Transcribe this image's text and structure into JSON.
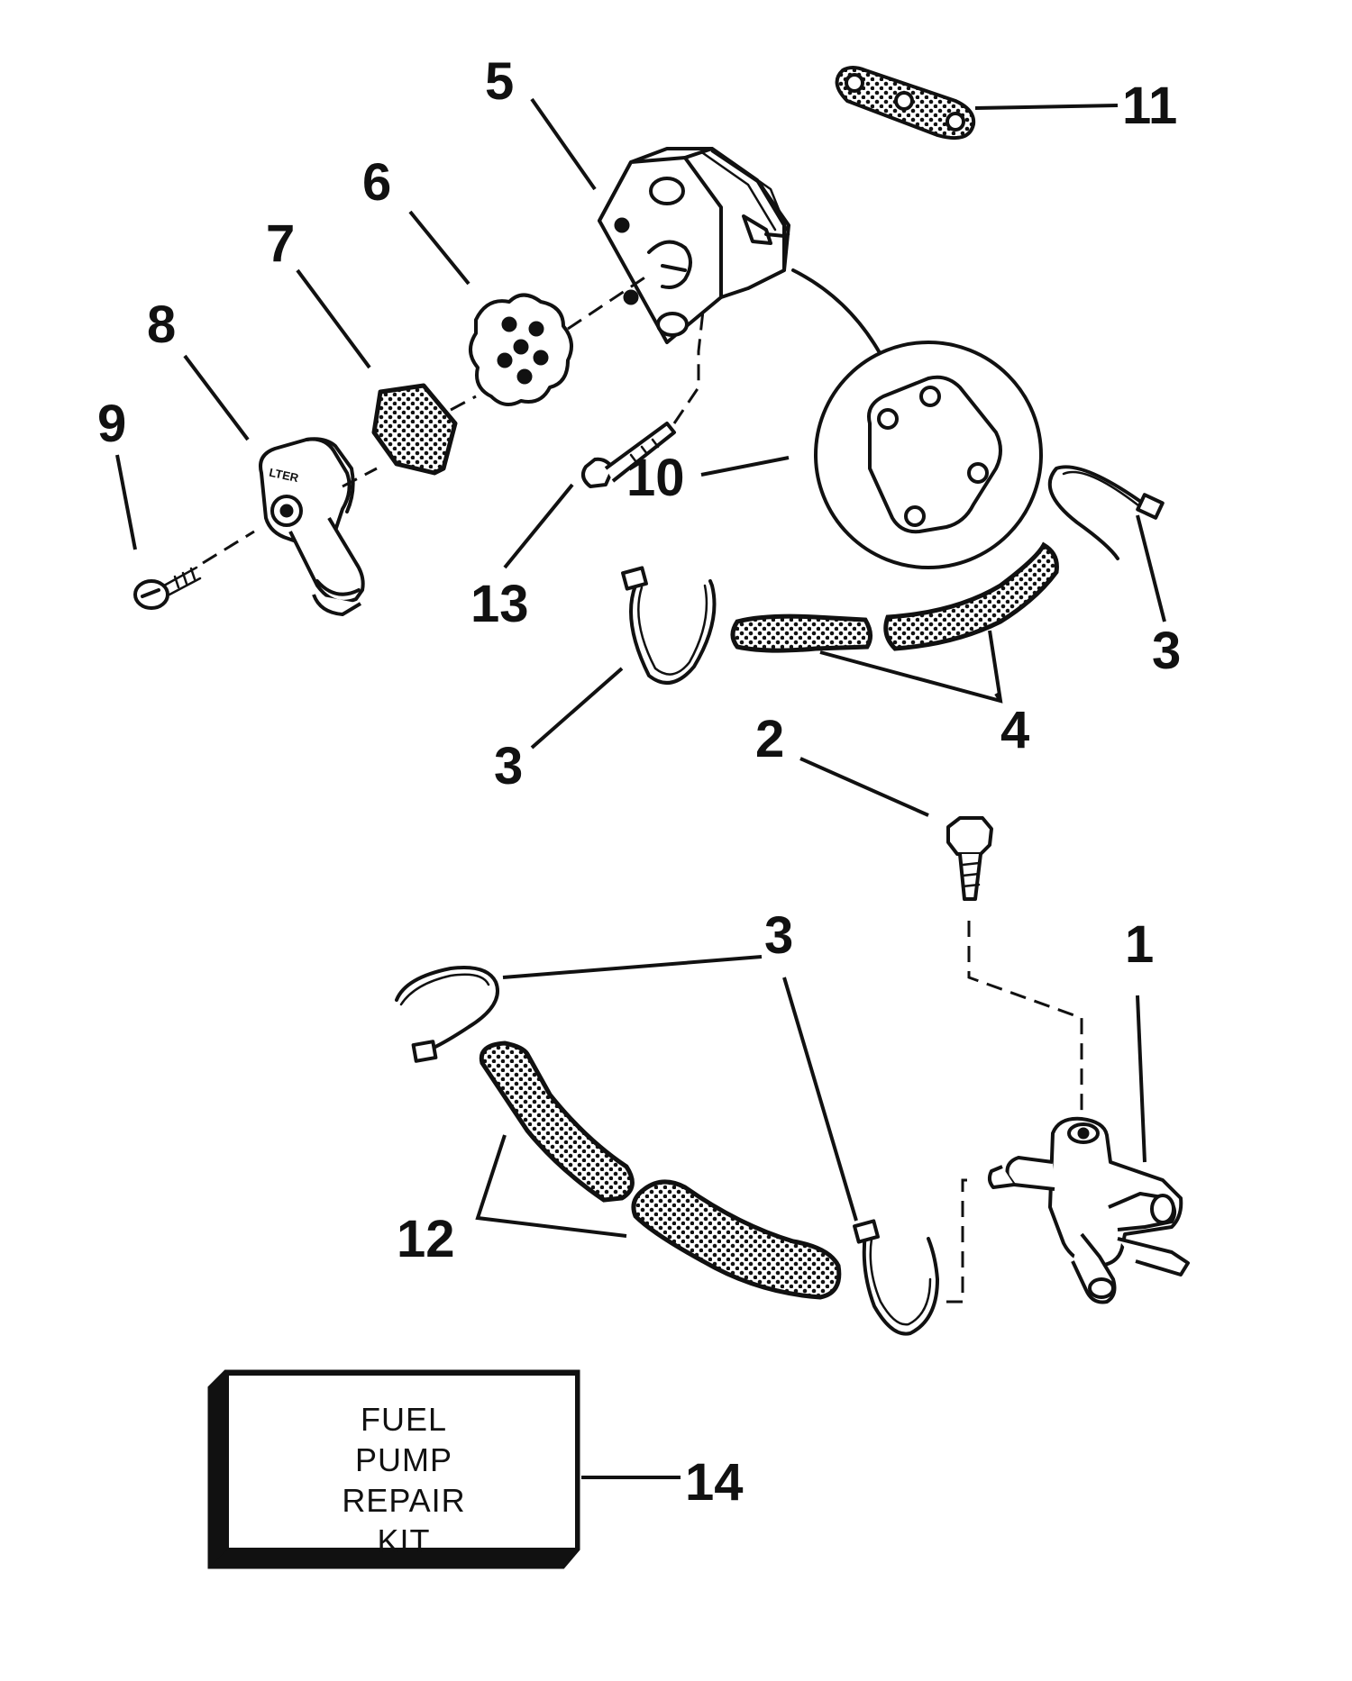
{
  "diagram": {
    "callouts": [
      {
        "id": "1",
        "text": "1"
      },
      {
        "id": "2",
        "text": "2"
      },
      {
        "id": "3a",
        "text": "3"
      },
      {
        "id": "3b",
        "text": "3"
      },
      {
        "id": "3c",
        "text": "3"
      },
      {
        "id": "4",
        "text": "4"
      },
      {
        "id": "5",
        "text": "5"
      },
      {
        "id": "6",
        "text": "6"
      },
      {
        "id": "7",
        "text": "7"
      },
      {
        "id": "8",
        "text": "8"
      },
      {
        "id": "9",
        "text": "9"
      },
      {
        "id": "10",
        "text": "10"
      },
      {
        "id": "11",
        "text": "11"
      },
      {
        "id": "12",
        "text": "12"
      },
      {
        "id": "13",
        "text": "13"
      },
      {
        "id": "14",
        "text": "14"
      }
    ],
    "kit_box": {
      "lines": [
        "FUEL",
        "PUMP",
        "REPAIR",
        "KIT"
      ]
    },
    "filter_cover_text": "LTER"
  }
}
